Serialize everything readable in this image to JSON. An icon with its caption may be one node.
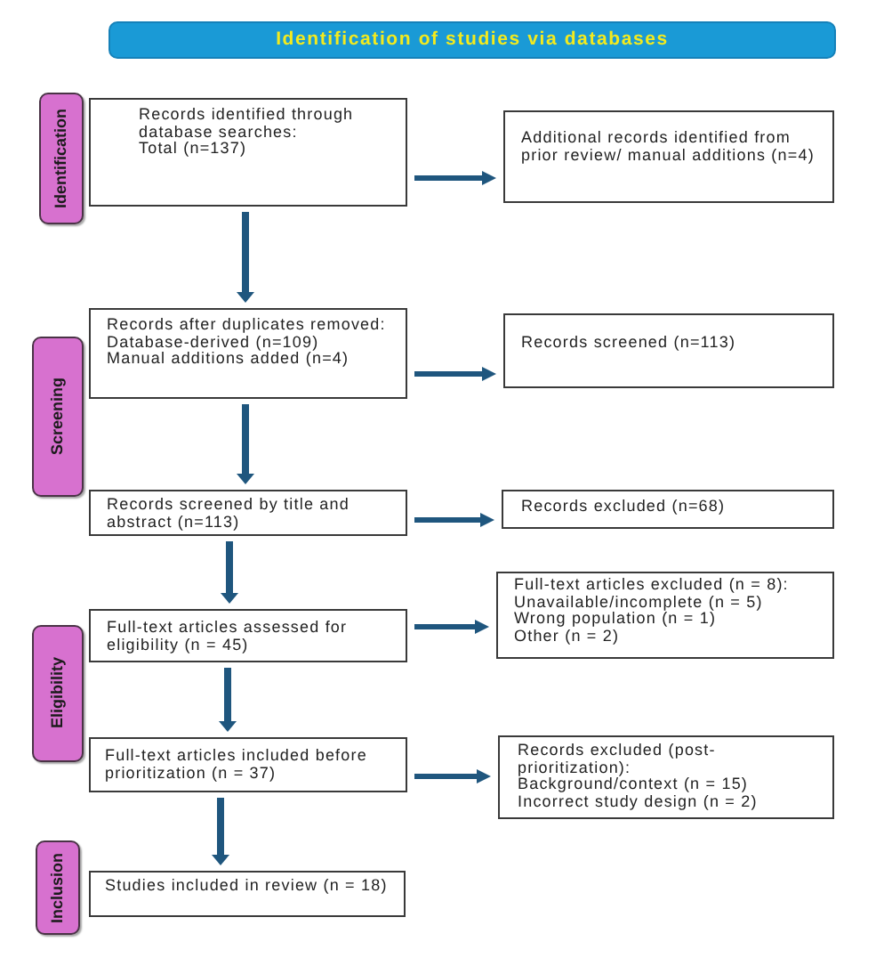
{
  "diagram": {
    "title": "Identification of studies via databases",
    "nodes": [
      {
        "text": [
          "Identification"
        ]
      },
      {
        "text": [
          "Records identified through database searches:",
          "Total (n=137)"
        ]
      },
      {
        "text": [
          "Additional records identified from prior review/ manual additions (n=4)"
        ]
      },
      {
        "text": [
          "Screening"
        ]
      },
      {
        "text": [
          "Records after duplicates removed:",
          "Database-derived (n=109)",
          "Manual additions added (n=4)"
        ]
      },
      {
        "text": [
          "Records screened (n=113)"
        ]
      },
      {
        "text": [
          "Records screened by title and abstract (n=113)"
        ]
      },
      {
        "text": [
          "Records excluded (n=68)"
        ]
      },
      {
        "text": [
          "Eligibility"
        ]
      },
      {
        "text": [
          "Full-text articles assessed for eligibility (n = 45)"
        ]
      },
      {
        "text": [
          "Full-text articles excluded (n = 8):",
          "Unavailable/incomplete (n = 5)",
          "Wrong population (n = 1)",
          "Other (n = 2)"
        ]
      },
      {
        "text": [
          "Full-text articles included before prioritization (n = 37)"
        ]
      },
      {
        "text": [
          "Records excluded (post-prioritization):",
          "Background/context (n = 15)",
          "Incorrect study design (n = 2)"
        ]
      },
      {
        "text": [
          "Inclusion"
        ]
      },
      {
        "text": [
          "Studies included in review (n = 18)"
        ]
      }
    ],
    "edges": [
      {
        "from": 1,
        "to": 2,
        "arrow": "to"
      },
      {
        "from": 1,
        "to": 4,
        "arrow": "to"
      },
      {
        "from": 4,
        "to": 5,
        "arrow": "to"
      },
      {
        "from": 4,
        "to": 6,
        "arrow": "to"
      },
      {
        "from": 6,
        "to": 7,
        "arrow": "to"
      },
      {
        "from": 6,
        "to": 9,
        "arrow": "to"
      },
      {
        "from": 9,
        "to": 10,
        "arrow": "to"
      },
      {
        "from": 9,
        "to": 11,
        "arrow": "to"
      },
      {
        "from": 11,
        "to": 12,
        "arrow": "to"
      },
      {
        "from": 11,
        "to": 14,
        "arrow": "to"
      }
    ]
  }
}
